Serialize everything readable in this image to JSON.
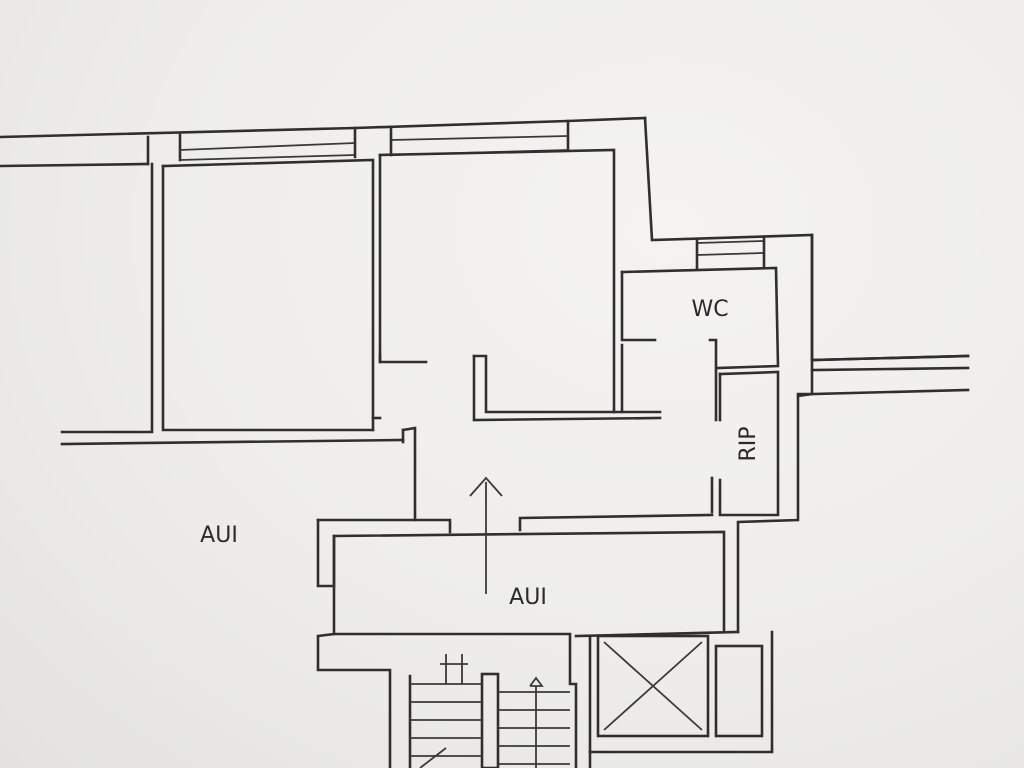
{
  "rooms": {
    "wc": "WC",
    "rip": "RIP",
    "aui_left": "AUI",
    "aui_hall": "AUI"
  },
  "stair_marks": {
    "down": "Ꮖ",
    "up": "△"
  }
}
